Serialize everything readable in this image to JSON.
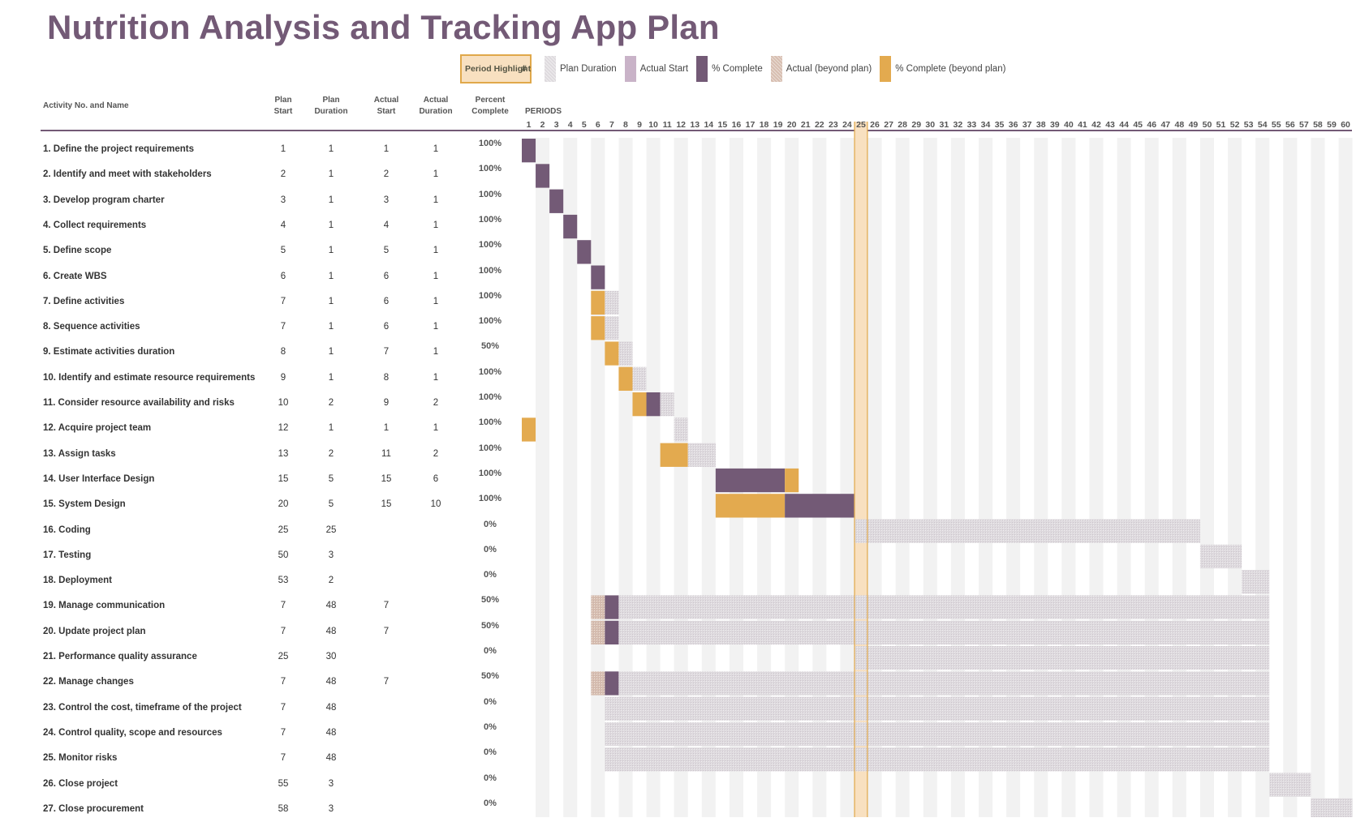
{
  "title": "Nutrition Analysis and Tracking App Plan",
  "legend": {
    "period_highlight_label": "Period Highlight",
    "period_highlight_value": "#",
    "plan_duration": "Plan Duration",
    "actual_start": "Actual Start",
    "percent_complete": "% Complete",
    "actual_beyond_plan": "Actual (beyond plan)",
    "percent_complete_beyond_plan": "% Complete (beyond plan)"
  },
  "headers": {
    "activity": "Activity No. and Name",
    "plan_start_1": "Plan",
    "plan_start_2": "Start",
    "plan_duration_1": "Plan",
    "plan_duration_2": "Duration",
    "actual_start_1": "Actual",
    "actual_start_2": "Start",
    "actual_duration_1": "Actual",
    "actual_duration_2": "Duration",
    "percent_1": "Percent",
    "percent_2": "Complete",
    "periods": "PERIODS"
  },
  "colors": {
    "title": "#735a76",
    "plan": "#dedade",
    "actual": "#c9b3c8",
    "complete": "#735a76",
    "actual_beyond": "#d7beb0",
    "complete_beyond": "#e3aa4f",
    "highlight": "#f8e0c0",
    "highlight_border": "#e0a84a",
    "stripe": "#f2f2f2"
  },
  "chart_data": {
    "type": "gantt",
    "periods": 60,
    "highlight_period": 25,
    "rows": [
      {
        "name": "1. Define the project requirements",
        "plan_start": 1,
        "plan_duration": 1,
        "actual_start": 1,
        "actual_duration": 1,
        "percent": "100%"
      },
      {
        "name": "2. Identify and meet with stakeholders",
        "plan_start": 2,
        "plan_duration": 1,
        "actual_start": 2,
        "actual_duration": 1,
        "percent": "100%"
      },
      {
        "name": "3. Develop program charter",
        "plan_start": 3,
        "plan_duration": 1,
        "actual_start": 3,
        "actual_duration": 1,
        "percent": "100%"
      },
      {
        "name": "4. Collect requirements",
        "plan_start": 4,
        "plan_duration": 1,
        "actual_start": 4,
        "actual_duration": 1,
        "percent": "100%"
      },
      {
        "name": "5. Define scope",
        "plan_start": 5,
        "plan_duration": 1,
        "actual_start": 5,
        "actual_duration": 1,
        "percent": "100%"
      },
      {
        "name": "6. Create WBS",
        "plan_start": 6,
        "plan_duration": 1,
        "actual_start": 6,
        "actual_duration": 1,
        "percent": "100%"
      },
      {
        "name": "7. Define activities",
        "plan_start": 7,
        "plan_duration": 1,
        "actual_start": 6,
        "actual_duration": 1,
        "percent": "100%"
      },
      {
        "name": "8. Sequence activities",
        "plan_start": 7,
        "plan_duration": 1,
        "actual_start": 6,
        "actual_duration": 1,
        "percent": "100%"
      },
      {
        "name": "9. Estimate activities duration",
        "plan_start": 8,
        "plan_duration": 1,
        "actual_start": 7,
        "actual_duration": 1,
        "percent": "50%"
      },
      {
        "name": "10. Identify and estimate resource requirements",
        "plan_start": 9,
        "plan_duration": 1,
        "actual_start": 8,
        "actual_duration": 1,
        "percent": "100%"
      },
      {
        "name": "11. Consider resource availability and risks",
        "plan_start": 10,
        "plan_duration": 2,
        "actual_start": 9,
        "actual_duration": 2,
        "percent": "100%"
      },
      {
        "name": "12. Acquire project team",
        "plan_start": 12,
        "plan_duration": 1,
        "actual_start": 1,
        "actual_duration": 1,
        "percent": "100%"
      },
      {
        "name": "13. Assign tasks",
        "plan_start": 13,
        "plan_duration": 2,
        "actual_start": 11,
        "actual_duration": 2,
        "percent": "100%"
      },
      {
        "name": "14. User Interface Design",
        "plan_start": 15,
        "plan_duration": 5,
        "actual_start": 15,
        "actual_duration": 6,
        "percent": "100%"
      },
      {
        "name": "15. System Design",
        "plan_start": 20,
        "plan_duration": 5,
        "actual_start": 15,
        "actual_duration": 10,
        "percent": "100%"
      },
      {
        "name": "16. Coding",
        "plan_start": 25,
        "plan_duration": 25,
        "actual_start": null,
        "actual_duration": null,
        "percent": "0%"
      },
      {
        "name": "17. Testing",
        "plan_start": 50,
        "plan_duration": 3,
        "actual_start": null,
        "actual_duration": null,
        "percent": "0%"
      },
      {
        "name": "18. Deployment",
        "plan_start": 53,
        "plan_duration": 2,
        "actual_start": null,
        "actual_duration": null,
        "percent": "0%"
      },
      {
        "name": "19. Manage communication",
        "plan_start": 7,
        "plan_duration": 48,
        "actual_start": 7,
        "actual_duration": null,
        "percent": "50%"
      },
      {
        "name": "20. Update project plan",
        "plan_start": 7,
        "plan_duration": 48,
        "actual_start": 7,
        "actual_duration": null,
        "percent": "50%"
      },
      {
        "name": "21. Performance quality assurance",
        "plan_start": 25,
        "plan_duration": 30,
        "actual_start": null,
        "actual_duration": null,
        "percent": "0%"
      },
      {
        "name": "22. Manage changes",
        "plan_start": 7,
        "plan_duration": 48,
        "actual_start": 7,
        "actual_duration": null,
        "percent": "50%"
      },
      {
        "name": "23. Control the cost, timeframe of the project",
        "plan_start": 7,
        "plan_duration": 48,
        "actual_start": null,
        "actual_duration": null,
        "percent": "0%"
      },
      {
        "name": "24. Control quality, scope and resources",
        "plan_start": 7,
        "plan_duration": 48,
        "actual_start": null,
        "actual_duration": null,
        "percent": "0%"
      },
      {
        "name": "25. Monitor risks",
        "plan_start": 7,
        "plan_duration": 48,
        "actual_start": null,
        "actual_duration": null,
        "percent": "0%"
      },
      {
        "name": "26. Close project",
        "plan_start": 55,
        "plan_duration": 3,
        "actual_start": null,
        "actual_duration": null,
        "percent": "0%"
      },
      {
        "name": "27. Close procurement",
        "plan_start": 58,
        "plan_duration": 3,
        "actual_start": null,
        "actual_duration": null,
        "percent": "0%"
      }
    ],
    "segments": [
      [
        {
          "s": 1,
          "e": 1,
          "t": "complete"
        }
      ],
      [
        {
          "s": 2,
          "e": 2,
          "t": "complete"
        }
      ],
      [
        {
          "s": 3,
          "e": 3,
          "t": "complete"
        }
      ],
      [
        {
          "s": 4,
          "e": 4,
          "t": "complete"
        }
      ],
      [
        {
          "s": 5,
          "e": 5,
          "t": "complete"
        }
      ],
      [
        {
          "s": 6,
          "e": 6,
          "t": "complete"
        }
      ],
      [
        {
          "s": 6,
          "e": 6,
          "t": "complete_beyond"
        },
        {
          "s": 7,
          "e": 7,
          "t": "plan"
        }
      ],
      [
        {
          "s": 6,
          "e": 6,
          "t": "complete_beyond"
        },
        {
          "s": 7,
          "e": 7,
          "t": "plan"
        }
      ],
      [
        {
          "s": 7,
          "e": 7,
          "t": "complete_beyond"
        },
        {
          "s": 8,
          "e": 8,
          "t": "plan"
        }
      ],
      [
        {
          "s": 8,
          "e": 8,
          "t": "complete_beyond"
        },
        {
          "s": 9,
          "e": 9,
          "t": "plan"
        }
      ],
      [
        {
          "s": 9,
          "e": 9,
          "t": "complete_beyond"
        },
        {
          "s": 10,
          "e": 10,
          "t": "complete"
        },
        {
          "s": 11,
          "e": 11,
          "t": "plan"
        }
      ],
      [
        {
          "s": 1,
          "e": 1,
          "t": "complete_beyond"
        },
        {
          "s": 12,
          "e": 12,
          "t": "plan"
        }
      ],
      [
        {
          "s": 11,
          "e": 12,
          "t": "complete_beyond"
        },
        {
          "s": 13,
          "e": 14,
          "t": "plan"
        }
      ],
      [
        {
          "s": 15,
          "e": 19,
          "t": "complete"
        },
        {
          "s": 20,
          "e": 20,
          "t": "complete_beyond"
        }
      ],
      [
        {
          "s": 15,
          "e": 19,
          "t": "complete_beyond"
        },
        {
          "s": 20,
          "e": 24,
          "t": "complete"
        }
      ],
      [
        {
          "s": 25,
          "e": 49,
          "t": "plan"
        }
      ],
      [
        {
          "s": 50,
          "e": 52,
          "t": "plan"
        }
      ],
      [
        {
          "s": 53,
          "e": 54,
          "t": "plan"
        }
      ],
      [
        {
          "s": 6,
          "e": 6,
          "t": "actual_beyond"
        },
        {
          "s": 7,
          "e": 7,
          "t": "complete"
        },
        {
          "s": 8,
          "e": 54,
          "t": "plan"
        }
      ],
      [
        {
          "s": 6,
          "e": 6,
          "t": "actual_beyond"
        },
        {
          "s": 7,
          "e": 7,
          "t": "complete"
        },
        {
          "s": 8,
          "e": 54,
          "t": "plan"
        }
      ],
      [
        {
          "s": 25,
          "e": 54,
          "t": "plan"
        }
      ],
      [
        {
          "s": 6,
          "e": 6,
          "t": "actual_beyond"
        },
        {
          "s": 7,
          "e": 7,
          "t": "complete"
        },
        {
          "s": 8,
          "e": 54,
          "t": "plan"
        }
      ],
      [
        {
          "s": 7,
          "e": 54,
          "t": "plan"
        }
      ],
      [
        {
          "s": 7,
          "e": 54,
          "t": "plan"
        }
      ],
      [
        {
          "s": 7,
          "e": 54,
          "t": "plan"
        }
      ],
      [
        {
          "s": 55,
          "e": 57,
          "t": "plan"
        }
      ],
      [
        {
          "s": 58,
          "e": 60,
          "t": "plan"
        }
      ]
    ]
  }
}
